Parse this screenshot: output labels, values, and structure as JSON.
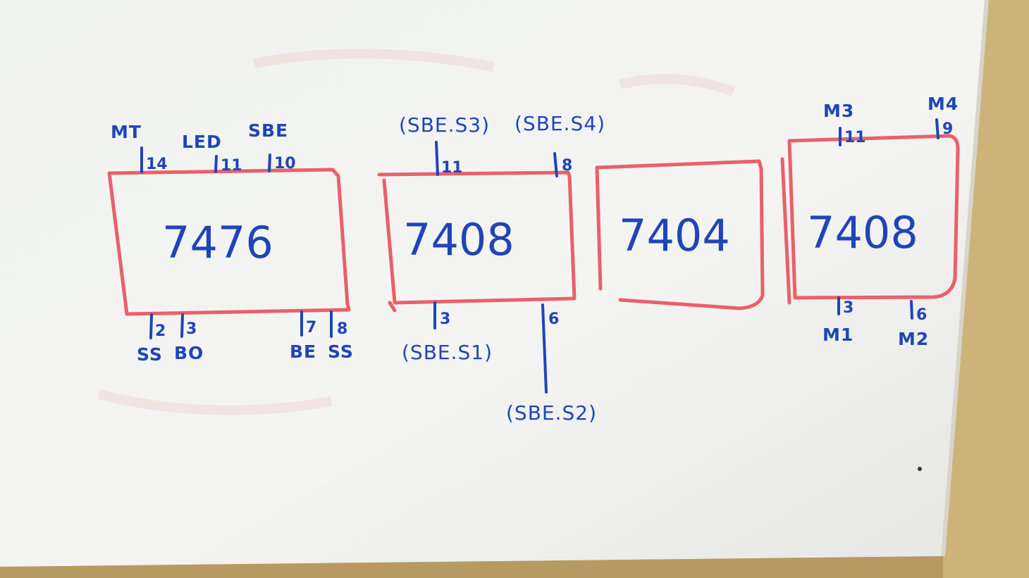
{
  "chips": [
    {
      "part": "7476",
      "top_pins": [
        {
          "signal": "MT",
          "pin": "14"
        },
        {
          "signal": "LED",
          "pin": "11"
        },
        {
          "signal": "SBE",
          "pin": "10"
        }
      ],
      "bottom_pins": [
        {
          "signal": "SS",
          "pin": "2"
        },
        {
          "signal": "BO",
          "pin": "3"
        },
        {
          "signal": "BE",
          "pin": "7"
        },
        {
          "signal": "SS",
          "pin": "8"
        }
      ]
    },
    {
      "part": "7408",
      "top_pins": [
        {
          "signal": "(SBE.S3)",
          "pin": "11"
        },
        {
          "signal": "(SBE.S4)",
          "pin": "8"
        }
      ],
      "bottom_pins": [
        {
          "signal": "(SBE.S1)",
          "pin": "3"
        },
        {
          "signal": "(SBE.S2)",
          "pin": "6"
        }
      ]
    },
    {
      "part": "7404",
      "top_pins": [],
      "bottom_pins": []
    },
    {
      "part": "7408",
      "top_pins": [
        {
          "signal": "M3",
          "pin": "11"
        },
        {
          "signal": "M4",
          "pin": "9"
        }
      ],
      "bottom_pins": [
        {
          "signal": "M1",
          "pin": "3"
        },
        {
          "signal": "M2",
          "pin": "6"
        }
      ]
    }
  ],
  "colors": {
    "marker_blue": "#1f45b8",
    "marker_red": "#e8505a",
    "board": "#f2f3f1",
    "frame": "#cdb27a"
  }
}
